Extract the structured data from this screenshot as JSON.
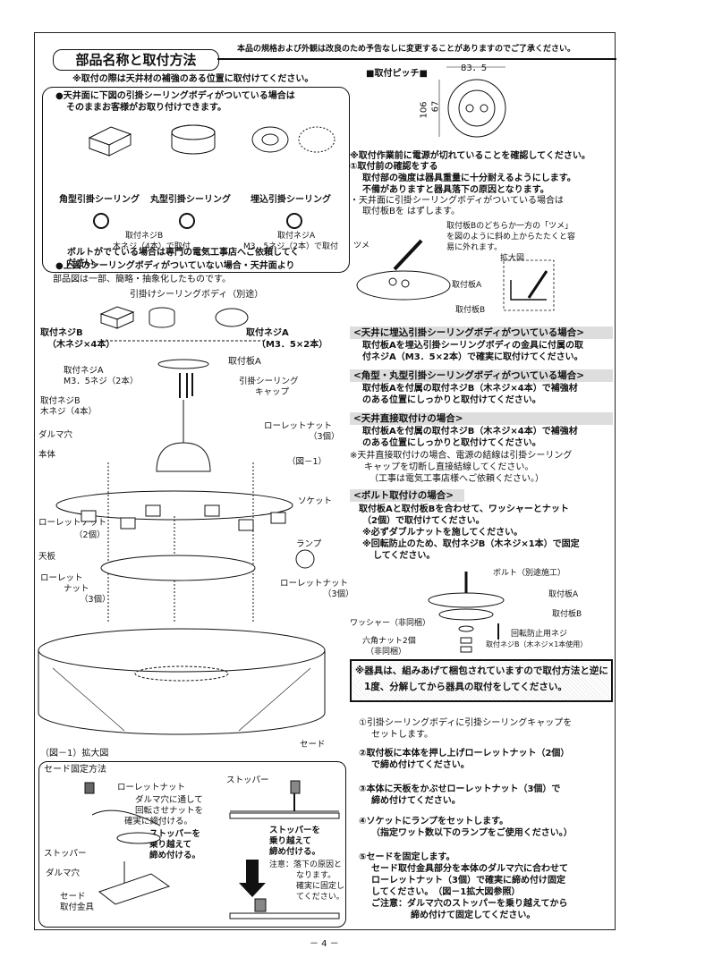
{
  "header": {
    "section_title": "部品名称と取付方法",
    "notice": "本品の規格および外観は改良のため予告なしに変更することがありますのでご了承ください。",
    "mounting_note": "※取付の際は天井材の補強のある位置に取付けてください。"
  },
  "ceiling_box": {
    "line1": "●天井面に下図の引掛シーリングボディがついている場合は",
    "line2": "そのままお客様がお取り付けできます。",
    "types": [
      "角型引掛シーリング",
      "丸型引掛シーリング",
      "埋込引掛シーリング"
    ],
    "screw_b_1": "取付ネジB",
    "screw_b_2": "木ネジ（4本）で取付",
    "screw_a_1": "取付ネジA",
    "screw_a_2": "M3．5ネジ（2本）で取付",
    "bottom1": "●上図のシーリングボディがついていない場合・天井面より",
    "bottom2": "ボルトがでている場合は専門の電気工事店へご依頼してく",
    "bottom3": "ださい。"
  },
  "pitch": {
    "title": "■取付ピッチ■",
    "dim_w": "83．5",
    "dim_h": "106",
    "dim_h2": "67"
  },
  "power": {
    "l1": "※取付作業前に電源が切れていることを確認してください。",
    "l2": "①取付前の確認をする",
    "l3": "取付部の強度は器具重量に十分耐えるようにします。",
    "l4": "不備がありますと器具落下の原因となります。",
    "l5": "・天井面に引掛シーリングボディがついている場合は",
    "l6": "取付板Bを はずします。",
    "l7": "取付板Bのどちらか一方の「ツメ」",
    "l8": "を図のように斜め上からたたくと容",
    "l9": "易に外れます。",
    "zoom": "拡大図",
    "tsume": "ツメ",
    "plate_a": "取付板A",
    "plate_b": "取付板B"
  },
  "parts_diagram": {
    "note": "部品図は一部、簡略・抽象化したものです。",
    "body_label": "引掛けシーリングボディ（別途）",
    "screw_b": "取付ネジB",
    "screw_b_sub": "（木ネジ×4本）",
    "screw_a": "取付ネジA",
    "screw_a_sub": "（M3．5×2本）",
    "plate_a": "取付板A",
    "screw_a2_1": "取付ネジA",
    "screw_a2_2": "M3．5ネジ（2本）",
    "screw_b2_1": "取付ネジB",
    "screw_b2_2": "木ネジ（4本）",
    "cap_1": "引掛シーリング",
    "cap_2": "キャップ",
    "knurl_1": "ローレットナット",
    "knurl_1_sub": "（3個）",
    "daruma": "ダルマ穴",
    "body": "本体",
    "fig1": "（図－1）",
    "socket": "ソケット",
    "knurl_2": "ローレットナット",
    "knurl_2_sub": "（2個）",
    "lamp": "ランプ",
    "top_plate": "天板",
    "knurl_3a": "ローレット",
    "knurl_3b": "ナット",
    "knurl_3c": "（3個）",
    "knurl_4": "ローレットナット",
    "knurl_4_sub": "（3個）",
    "shade": "セード"
  },
  "right_sections": [
    {
      "head": "<天井に埋込引掛シーリングボディがついている場合>",
      "lines": [
        "取付板Aを埋込引掛シーリングボディの金具に付属の取",
        "付ネジA（M3．5×2本）で確実に取付けてください。"
      ]
    },
    {
      "head": "<角型・丸型引掛シーリングボディがついている場合>",
      "lines": [
        "取付板Aを付属の取付ネジB（木ネジ×4本）で補強材",
        "のある位置にしっかりと取付けてください。"
      ]
    },
    {
      "head": "<天井直接取付けの場合>",
      "lines": [
        "取付板Aを付属の取付ネジB（木ネジ×4本）で補強材",
        "のある位置にしっかりと取付けてください。"
      ],
      "notes": [
        "※天井直接取付けの場合、電源の結線は引掛シーリング",
        "キャップを切断し直接結線してください。",
        "（工事は電気工事店様へご依頼ください。）"
      ]
    },
    {
      "head": "<ボルト取付けの場合>",
      "lines": [
        "取付板Aと取付板Bを合わせて、ワッシャーとナット",
        "（2個）で取付けてください。",
        "※必ずダブルナットを施してください。",
        "※回転防止のため、取付ネジB（木ネジ×1本）で固定",
        "してください。"
      ]
    }
  ],
  "bolt_diagram": {
    "bolt": "ボルト（別途施工）",
    "plate_a": "取付板A",
    "plate_b": "取付板B",
    "washer": "ワッシャー（非同梱）",
    "nut_1": "六角ナット2個",
    "nut_2": "（非同梱）",
    "anti_1": "回転防止用ネジ",
    "anti_2": "取付ネジB（木ネジ×1本使用）"
  },
  "warning": {
    "l1": "※器具は、組みあげて梱包されていますので取付方法と逆に",
    "l2": "1度、分解してから器具の取付をしてください。"
  },
  "steps": [
    [
      "①引掛シーリングボディに引掛シーリングキャップを",
      "セットします。"
    ],
    [
      "②取付板に本体を押し上げローレットナット（2個）",
      "で締め付けてください。"
    ],
    [
      "③本体に天板をかぶせローレットナット（3個）で",
      "締め付けてください。"
    ],
    [
      "④ソケットにランプをセットします。",
      "（指定ワット数以下のランプをご使用ください。）"
    ],
    [
      "⑤セードを固定します。",
      "セード取付金具部分を本体のダルマ穴に合わせて",
      "ローレットナット（3個）で確実に締め付け固定",
      "してください。　（図－1拡大図参照）",
      "ご注意：ダルマ穴のストッパーを乗り越えてから",
      "締め付けて固定してください。"
    ]
  ],
  "fig1": {
    "title": "（図－1）拡大図",
    "method": "セード固定方法",
    "knurl": "ローレットナット",
    "instr": [
      "ダルマ穴に通して",
      "回転させナットを",
      "確実に締付ける。"
    ],
    "stopper_over": [
      "ストッパーを",
      "乗り越えて",
      "締め付ける。"
    ],
    "stopper": "ストッパー",
    "daruma": "ダルマ穴",
    "shade_fit_1": "セード",
    "shade_fit_2": "取付金具",
    "stopper2": "ストッパー",
    "stopper_over2": [
      "ストッパーを",
      "乗り越えて",
      "締め付ける。"
    ],
    "caution": [
      "注意：落下の原因と",
      "なります。",
      "確実に固定し",
      "てください。"
    ]
  },
  "page_number": "－ 4 －"
}
